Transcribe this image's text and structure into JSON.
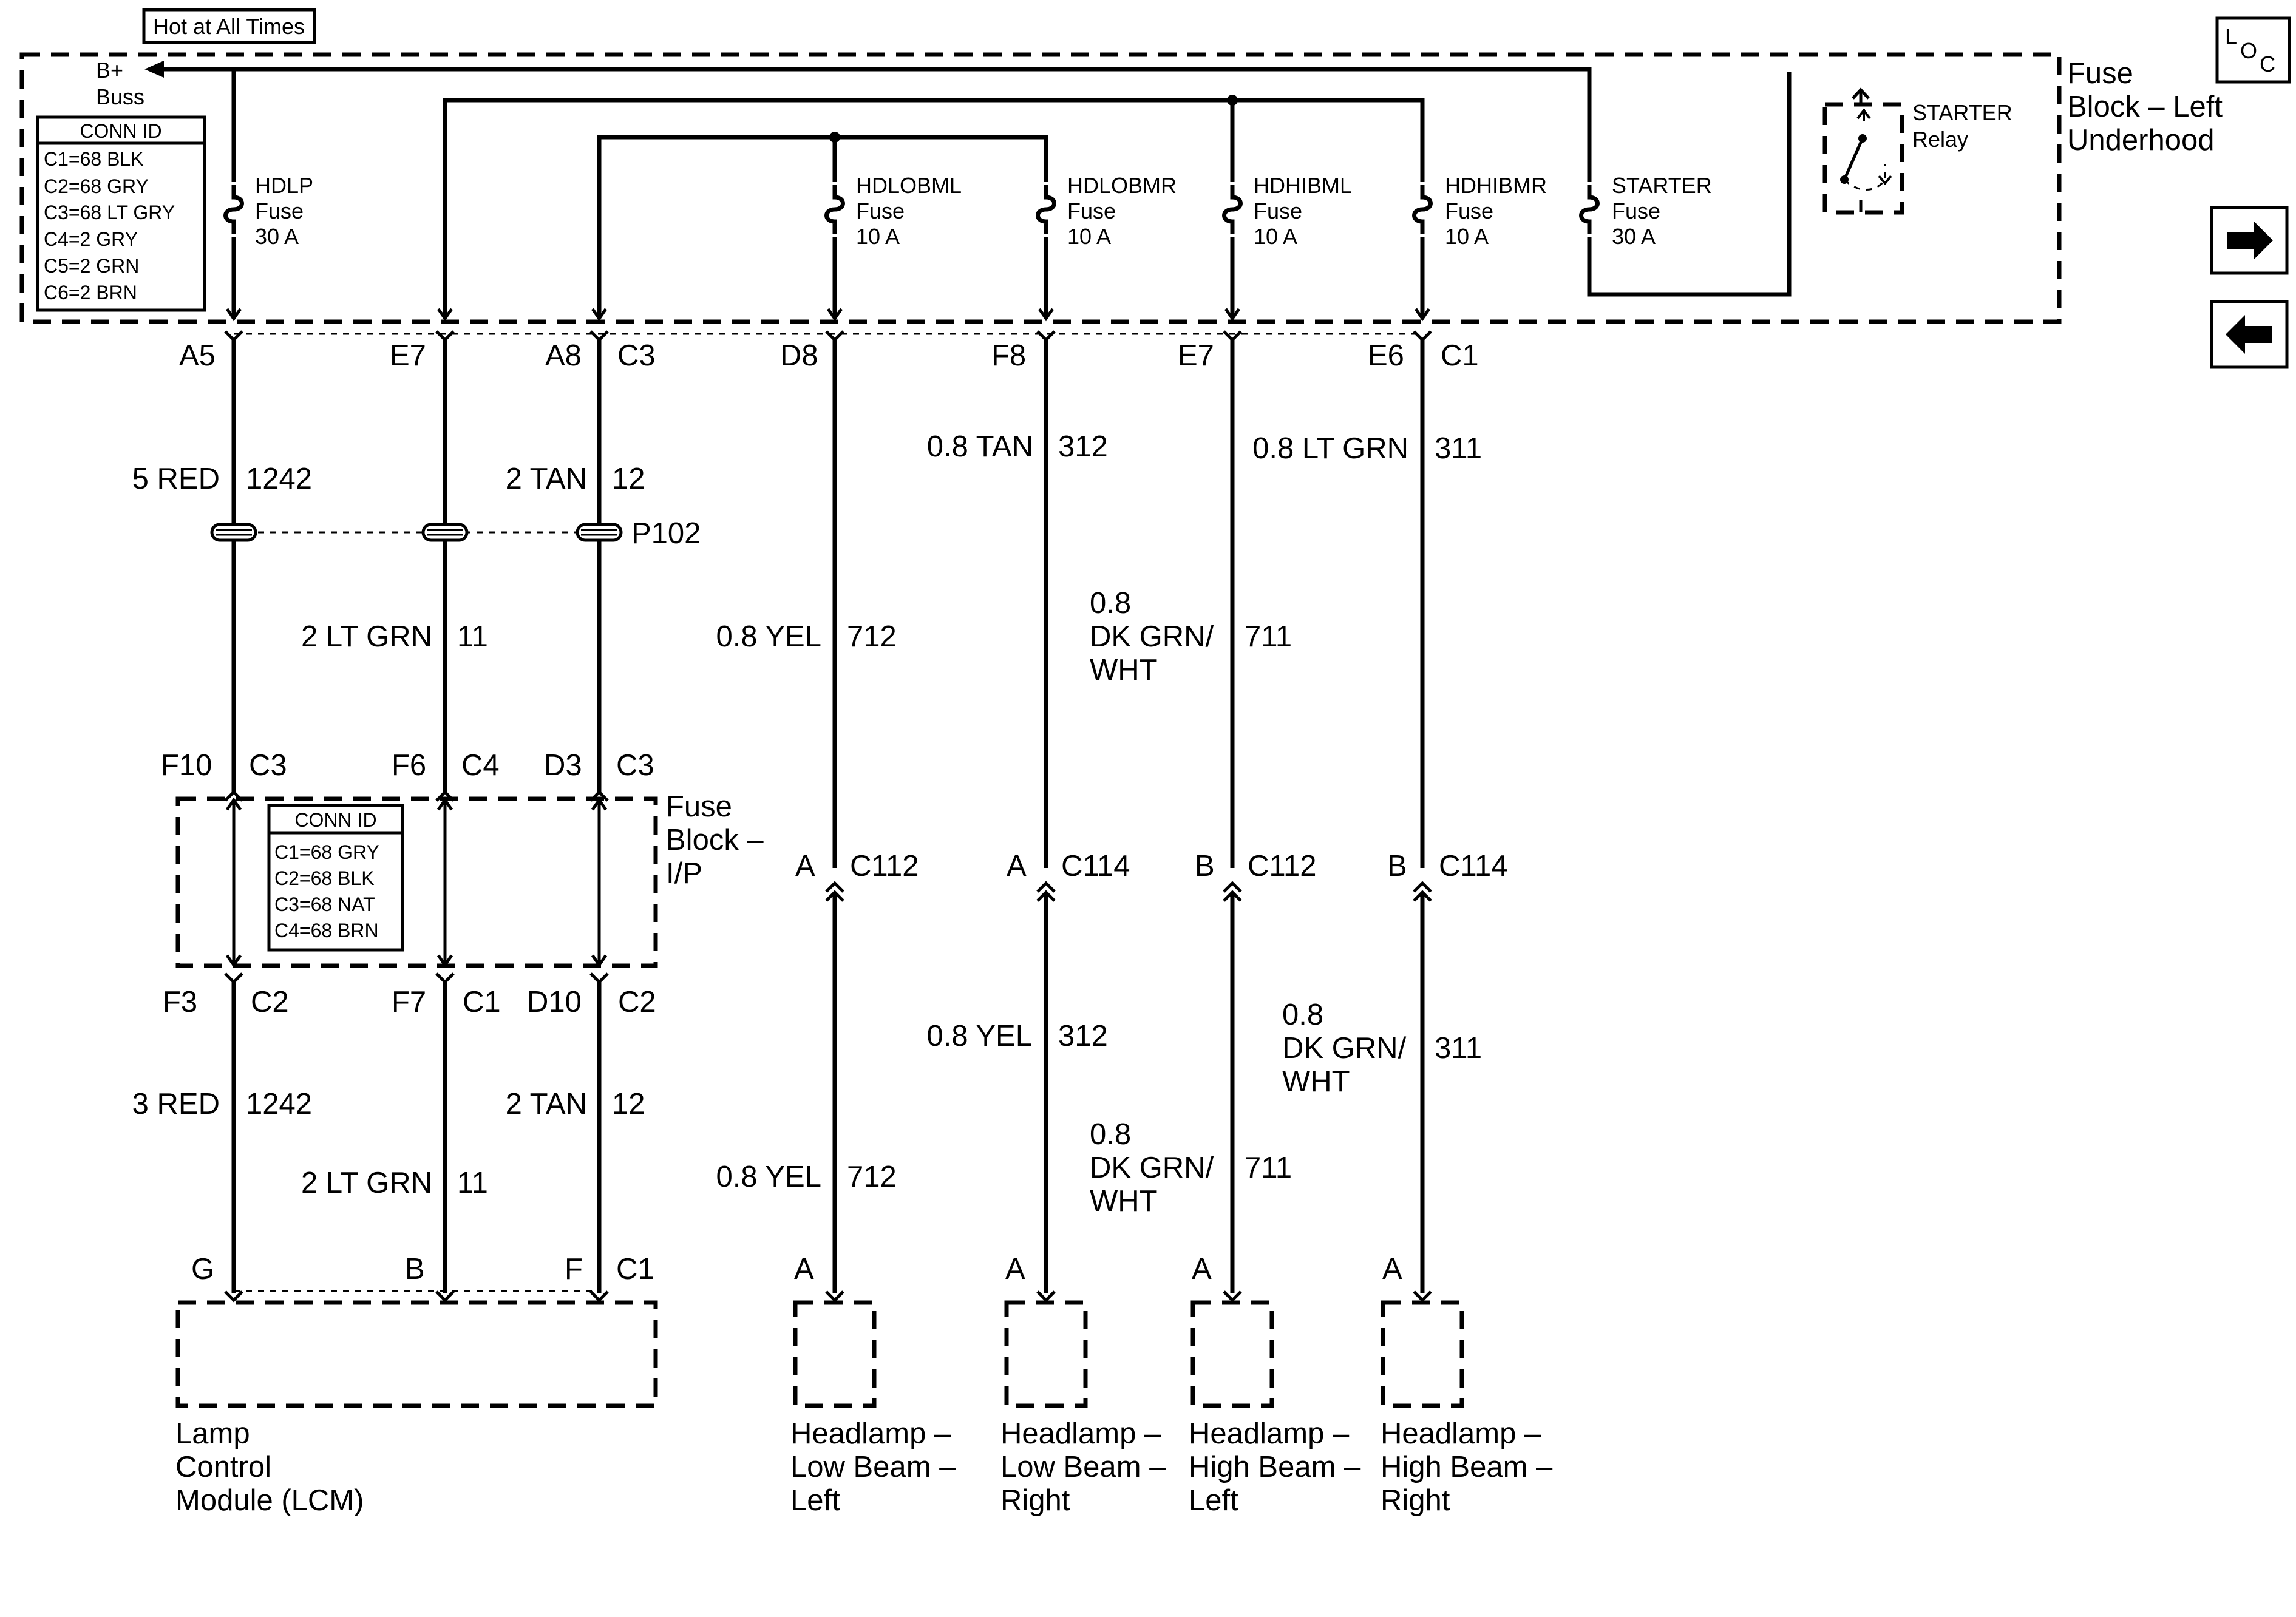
{
  "hot_label": "Hot at All Times",
  "loc_icon": "loc-icon",
  "fuse_block_left": [
    "Fuse",
    "Block – Left",
    "Underhood"
  ],
  "bplus": [
    "B+",
    "Buss"
  ],
  "conn_id_top": {
    "title": "CONN ID",
    "rows": [
      "C1=68 BLK",
      "C2=68 GRY",
      "C3=68 LT GRY",
      "C4=2 GRY",
      "C5=2 GRN",
      "C6=2 BRN"
    ]
  },
  "fuses": {
    "hdlp": [
      "HDLP",
      "Fuse",
      "30 A"
    ],
    "hdlobml": [
      "HDLOBML",
      "Fuse",
      "10 A"
    ],
    "hdlobmr": [
      "HDLOBMR",
      "Fuse",
      "10 A"
    ],
    "hdhibml": [
      "HDHIBML",
      "Fuse",
      "10 A"
    ],
    "hdhibmr": [
      "HDHIBMR",
      "Fuse",
      "10 A"
    ],
    "starter": [
      "STARTER",
      "Fuse",
      "30 A"
    ]
  },
  "starter_relay": [
    "STARTER",
    "Relay"
  ],
  "top_pins": {
    "a5": "A5",
    "e7a": "E7",
    "a8": "A8",
    "c3a": "C3",
    "d8": "D8",
    "f8": "F8",
    "e7b": "E7",
    "e6": "E6",
    "c1a": "C1"
  },
  "wires": {
    "w1_top": [
      "5 RED",
      "1242"
    ],
    "w3_top": [
      "2 TAN",
      "12"
    ],
    "w6_top": [
      "0.8 TAN",
      "312"
    ],
    "w8_top": [
      "0.8 LT GRN",
      "311"
    ],
    "p102": "P102",
    "w2_mid": [
      "2 LT GRN",
      "11"
    ],
    "w5_mid": [
      "0.8 YEL",
      "712"
    ],
    "w7_mid": [
      "0.8",
      "DK GRN/",
      "WHT",
      "711"
    ],
    "w6_bot": [
      "0.8 YEL",
      "312"
    ],
    "w8_bot": [
      "0.8",
      "DK GRN/",
      "WHT",
      "311"
    ],
    "w1_bot": [
      "3 RED",
      "1242"
    ],
    "w3_bot": [
      "2 TAN",
      "12"
    ],
    "w2_bot": [
      "2 LT GRN",
      "11"
    ],
    "w5_bot": [
      "0.8 YEL",
      "712"
    ],
    "w7_bot": [
      "0.8",
      "DK GRN/",
      "WHT",
      "711"
    ]
  },
  "ip_pins_top": {
    "f10": "F10",
    "c3a": "C3",
    "f6": "F6",
    "c4": "C4",
    "d3": "D3",
    "c3b": "C3"
  },
  "ip_pins_bot": {
    "f3": "F3",
    "c2a": "C2",
    "f7": "F7",
    "c1": "C1",
    "d10": "D10",
    "c2b": "C2"
  },
  "fuse_block_ip": [
    "Fuse",
    "Block –",
    "I/P"
  ],
  "conn_id_ip": {
    "title": "CONN ID",
    "rows": [
      "C1=68 GRY",
      "C2=68 BLK",
      "C3=68 NAT",
      "C4=68 BRN"
    ]
  },
  "connectors": {
    "c112a": [
      "A",
      "C112"
    ],
    "c114a": [
      "A",
      "C114"
    ],
    "c112b": [
      "B",
      "C112"
    ],
    "c114b": [
      "B",
      "C114"
    ]
  },
  "lcm_pins": {
    "g": "G",
    "b": "B",
    "f": "F",
    "c1": "C1"
  },
  "lamp_pins": {
    "l1": "A",
    "l2": "A",
    "l3": "A",
    "l4": "A"
  },
  "components": {
    "lcm": [
      "Lamp",
      "Control",
      "Module (LCM)"
    ],
    "hl_lo_l": [
      "Headlamp –",
      "Low Beam –",
      "Left"
    ],
    "hl_lo_r": [
      "Headlamp –",
      "Low Beam –",
      "Right"
    ],
    "hl_hi_l": [
      "Headlamp –",
      "High Beam –",
      "Left"
    ],
    "hl_hi_r": [
      "Headlamp –",
      "High Beam –",
      "Right"
    ]
  },
  "nav": {
    "next_icon": "arrow-right-icon",
    "prev_icon": "arrow-left-icon"
  }
}
